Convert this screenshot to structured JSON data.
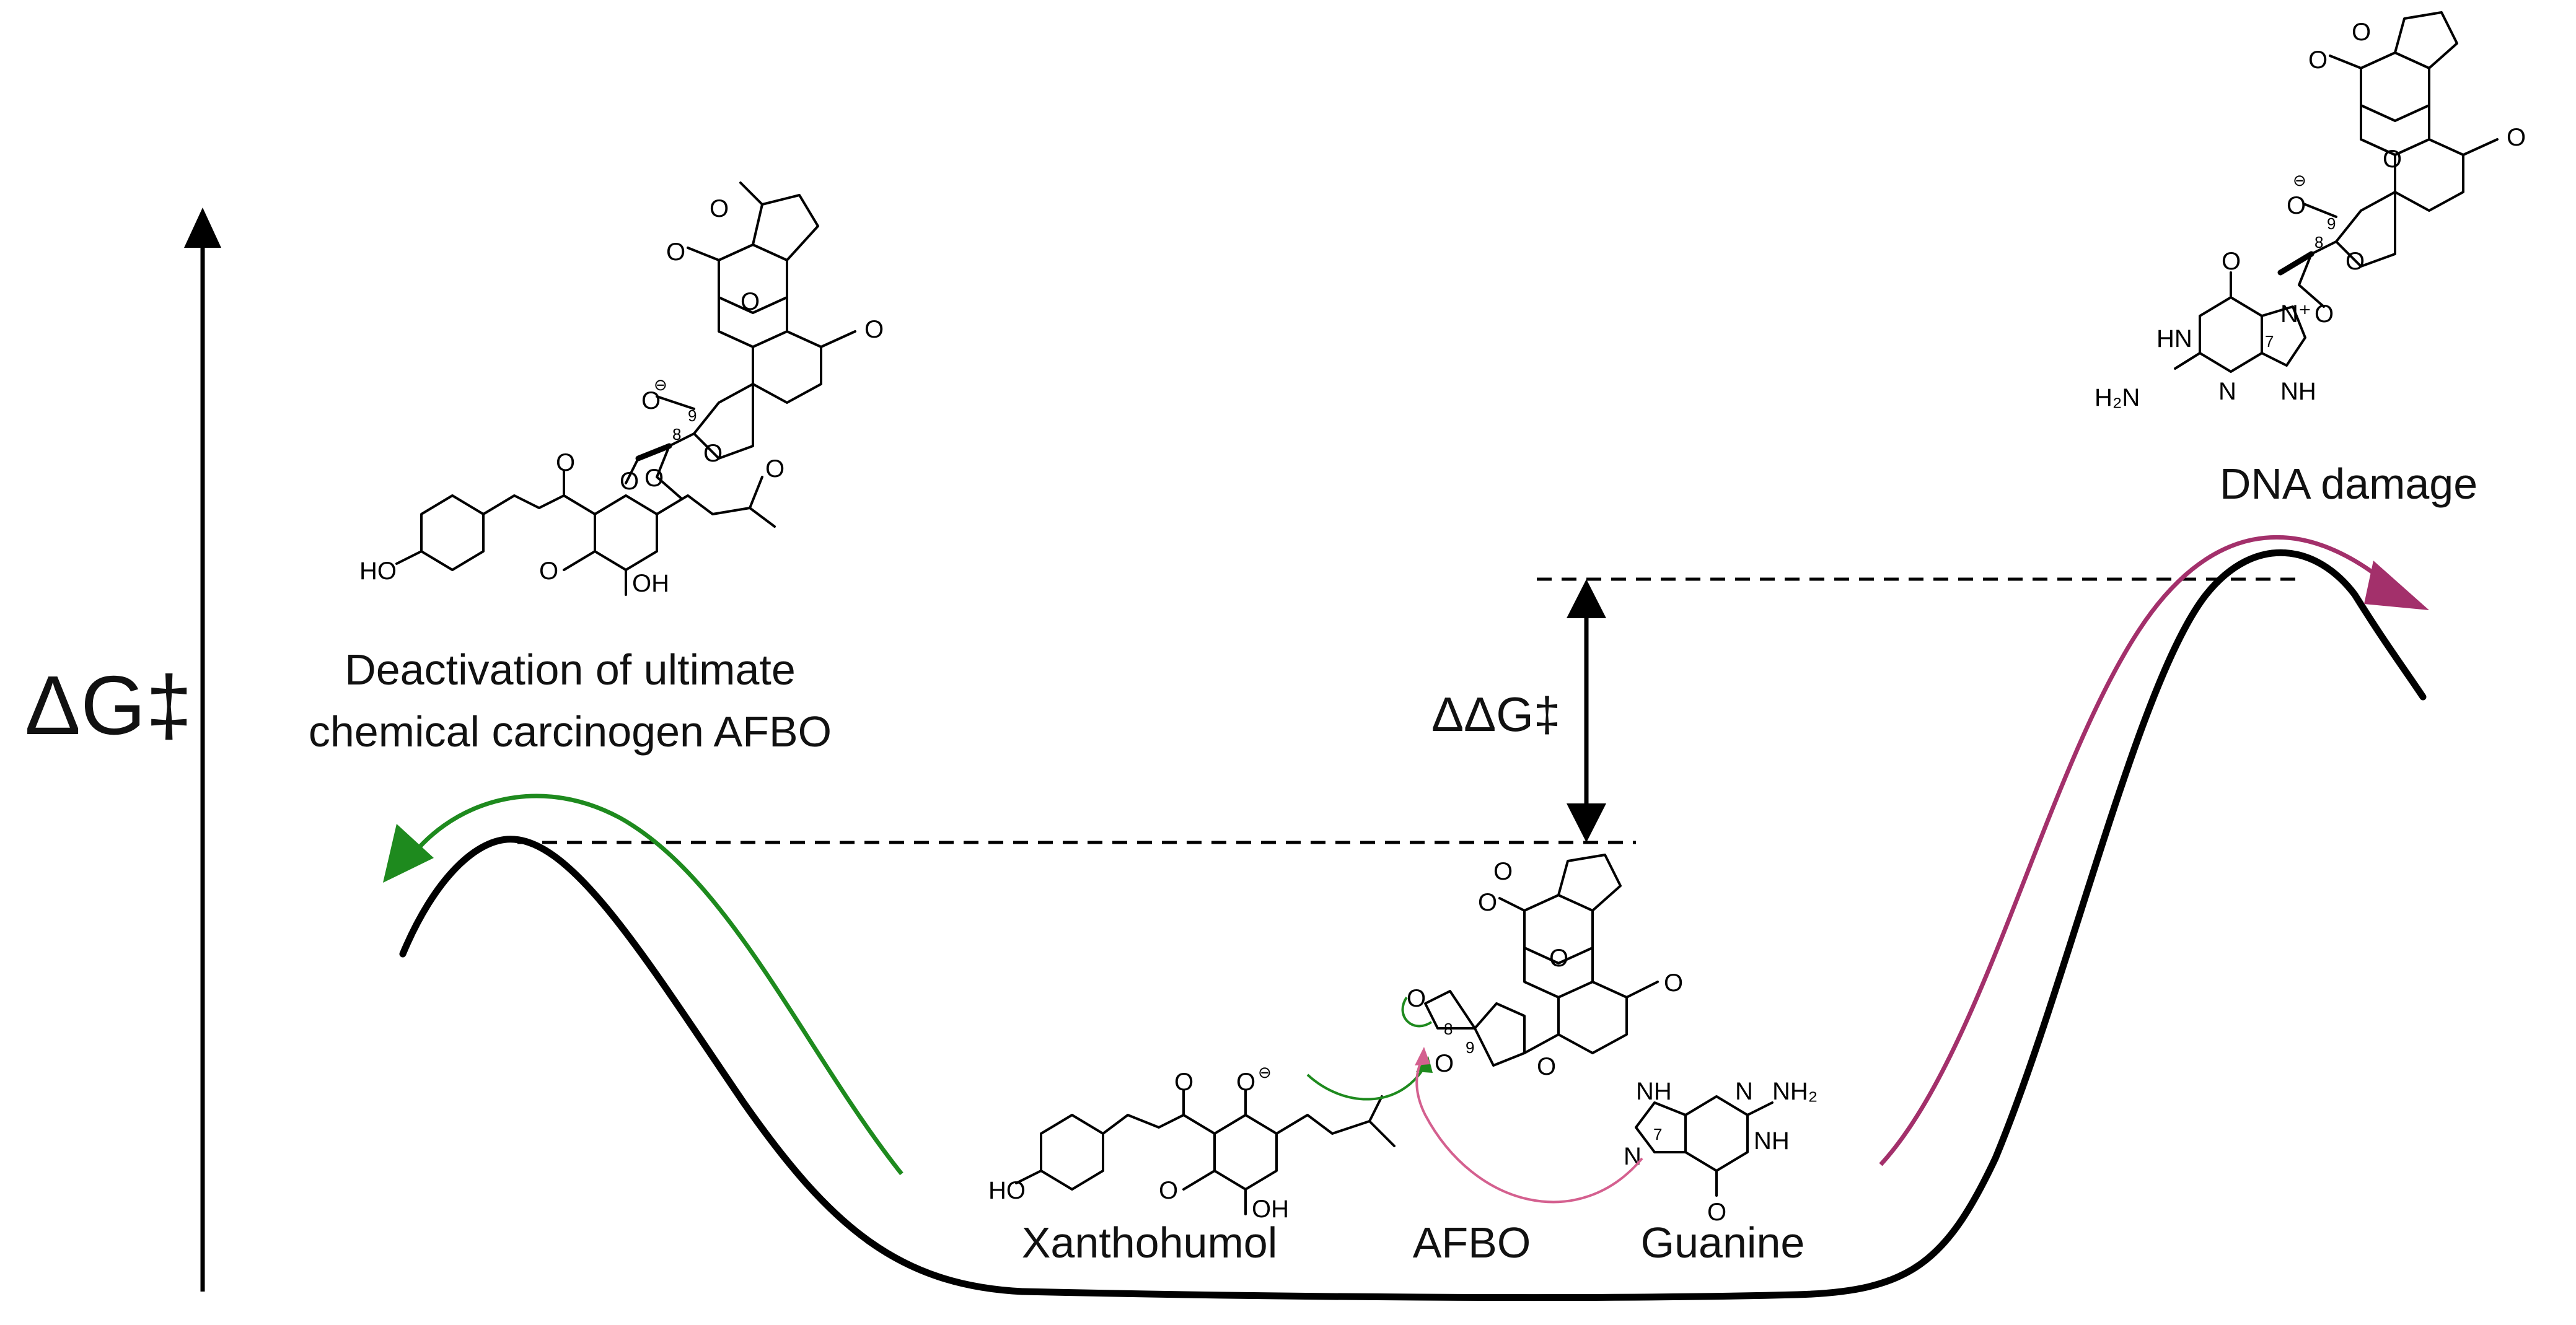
{
  "axis": {
    "label": "ΔG‡"
  },
  "labels": {
    "deactivation_line1": "Deactivation of ultimate",
    "deactivation_line2": "chemical carcinogen AFBO",
    "dna_damage": "DNA damage",
    "ddg": "ΔΔG‡",
    "xanthohumol": "Xanthohumol",
    "afbo": "AFBO",
    "guanine": "Guanine"
  },
  "atoms": {
    "O": "O",
    "HO": "HO",
    "OH": "OH",
    "NH": "NH",
    "HN": "HN",
    "N": "N",
    "H2N": "H₂N",
    "NH2": "NH₂",
    "N7plus": "N⁺",
    "pos7": "7",
    "pos8": "8",
    "pos9": "9",
    "minus": "⊖"
  },
  "colors": {
    "profile": "#000000",
    "green_arrow": "#1e8a1e",
    "magenta_arrow": "#a3306b",
    "pink_arrow": "#d4608f",
    "dashed": "#000000"
  }
}
